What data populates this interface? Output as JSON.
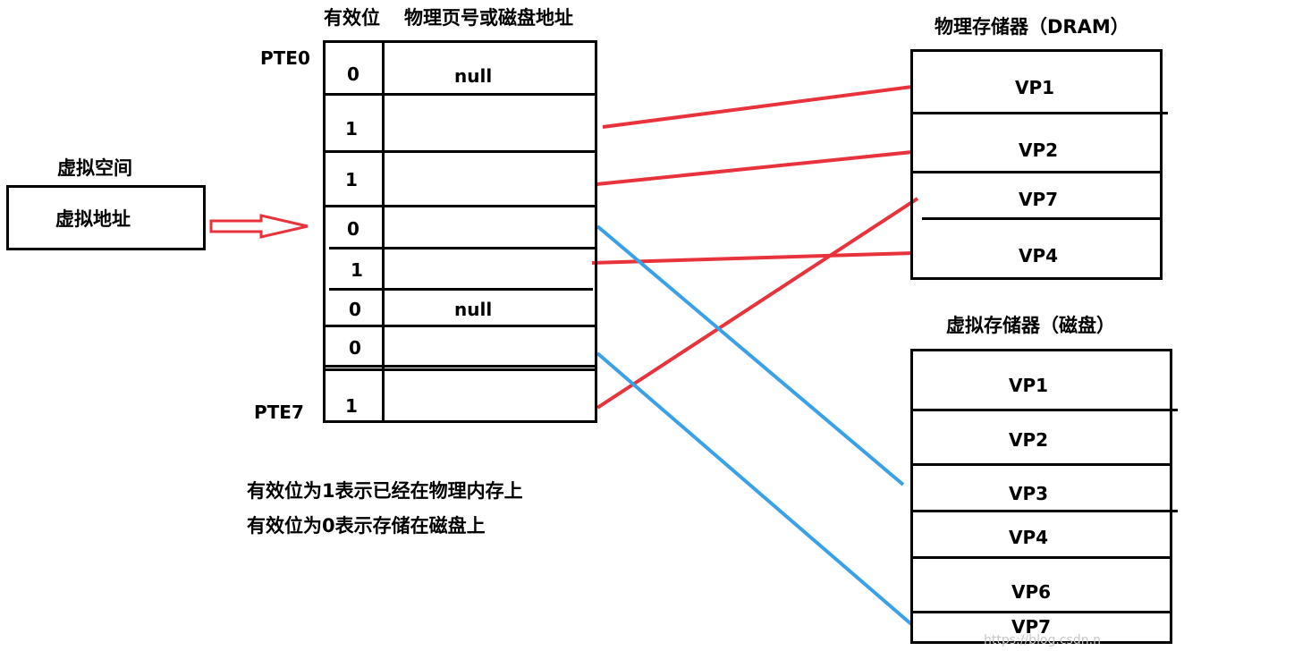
{
  "virtual_space": {
    "title": "虚拟空间",
    "box_label": "虚拟地址"
  },
  "page_table": {
    "header_valid": "有效位",
    "header_addr": "物理页号或磁盘地址",
    "first_label": "PTE0",
    "last_label": "PTE7",
    "rows": [
      {
        "valid": "0",
        "addr": "null"
      },
      {
        "valid": "1",
        "addr": ""
      },
      {
        "valid": "1",
        "addr": ""
      },
      {
        "valid": "0",
        "addr": ""
      },
      {
        "valid": "1",
        "addr": ""
      },
      {
        "valid": "0",
        "addr": "null"
      },
      {
        "valid": "0",
        "addr": ""
      },
      {
        "valid": "1",
        "addr": ""
      }
    ]
  },
  "dram": {
    "title": "物理存储器（DRAM）",
    "pages": [
      "VP1",
      "VP2",
      "VP7",
      "VP4"
    ]
  },
  "disk": {
    "title": "虚拟存储器（磁盘）",
    "pages": [
      "VP1",
      "VP2",
      "VP3",
      "VP4",
      "VP6",
      "VP7"
    ]
  },
  "notes": [
    "有效位为1表示已经在物理内存上",
    "有效位为0表示存储在磁盘上"
  ],
  "colors": {
    "to_dram": "#e8323c",
    "to_disk": "#3aa0e8",
    "arrow": "#e8323c"
  },
  "watermark": "https://blog.csdn.n"
}
